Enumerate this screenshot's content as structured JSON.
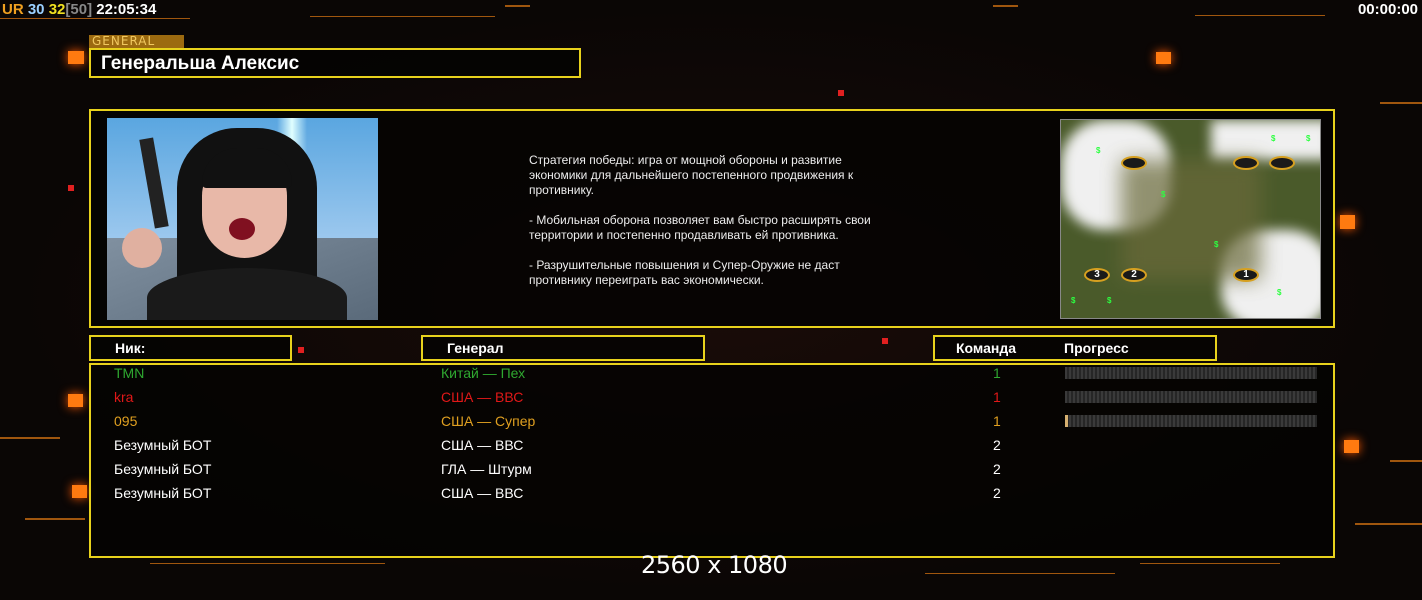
{
  "hud": {
    "ur": "UR",
    "v1": "30",
    "v2": "32",
    "v3": "[50]",
    "clock": "22:05:34",
    "timer": "00:00:00"
  },
  "general": {
    "tag": "GENERAL",
    "name": "Генеральша Алексис",
    "description": "Стратегия победы: игра от мощной обороны и развитие\n экономики для дальнейшего постепенного продвижения к\n противнику.\n\n- Мобильная оборона позволяет вам быстро расширять свои\n территории и постепенно продавливать ей противника.\n\n- Разрушительные повышения и Супер-Оружие не даст\n противнику переиграть вас экономически."
  },
  "map": {
    "markers": [
      "3",
      "2",
      "1"
    ]
  },
  "table": {
    "headers": {
      "nick": "Ник:",
      "general": "Генерал",
      "team": "Команда",
      "progress": "Прогресс"
    },
    "rows": [
      {
        "nick": "TMN",
        "general": "Китай — Пех",
        "team": "1",
        "color": "#2fa830",
        "progress": 0
      },
      {
        "nick": "kra",
        "general": "США — ВВС",
        "team": "1",
        "color": "#e01818",
        "progress": 0
      },
      {
        "nick": "095",
        "general": "США — Супер",
        "team": "1",
        "color": "#e0a020",
        "progress": 0.01
      },
      {
        "nick": "Безумный БОТ",
        "general": "США — ВВС",
        "team": "2",
        "color": "#ffffff"
      },
      {
        "nick": "Безумный БОТ",
        "general": "ГЛА — Штурм",
        "team": "2",
        "color": "#ffffff"
      },
      {
        "nick": "Безумный БОТ",
        "general": "США — ВВС",
        "team": "2",
        "color": "#ffffff"
      }
    ]
  },
  "resolution": "2560 x 1080"
}
